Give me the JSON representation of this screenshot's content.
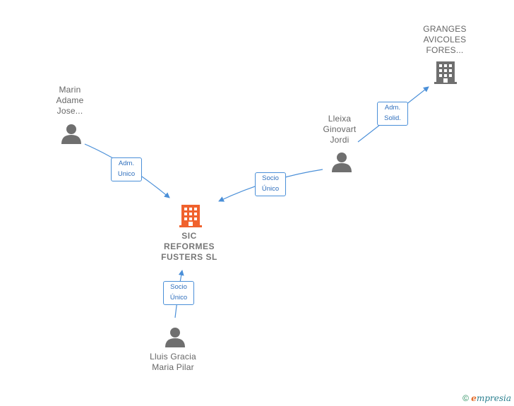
{
  "nodes": {
    "granges": {
      "label": "GRANGES\nAVICOLES\nFORES...",
      "icon": "building-icon",
      "color": "#6f6f6f"
    },
    "marin": {
      "label": "Marin\nAdame\nJose...",
      "icon": "person-icon"
    },
    "lleixa": {
      "label": "Lleixa\nGinovart\nJordi",
      "icon": "person-icon"
    },
    "sic": {
      "label": "SIC\nREFORMES\nFUSTERS  SL",
      "icon": "building-icon",
      "color": "#f0622d"
    },
    "lluis": {
      "label": "Lluis Gracia\nMaria Pilar",
      "icon": "person-icon"
    }
  },
  "edges": {
    "marin_sic": "Adm.\nUnico",
    "lleixa_sic": "Socio\nÚnico",
    "lleixa_granges": "Adm.\nSolid.",
    "lluis_sic": "Socio\nÚnico"
  },
  "colors": {
    "edge": "#4a8fd8",
    "person": "#6f6f6f",
    "main_building": "#f0622d",
    "building": "#6f6f6f"
  },
  "footer": {
    "copyright": "©",
    "brand_initial": "e",
    "brand_rest": "mpresia"
  }
}
